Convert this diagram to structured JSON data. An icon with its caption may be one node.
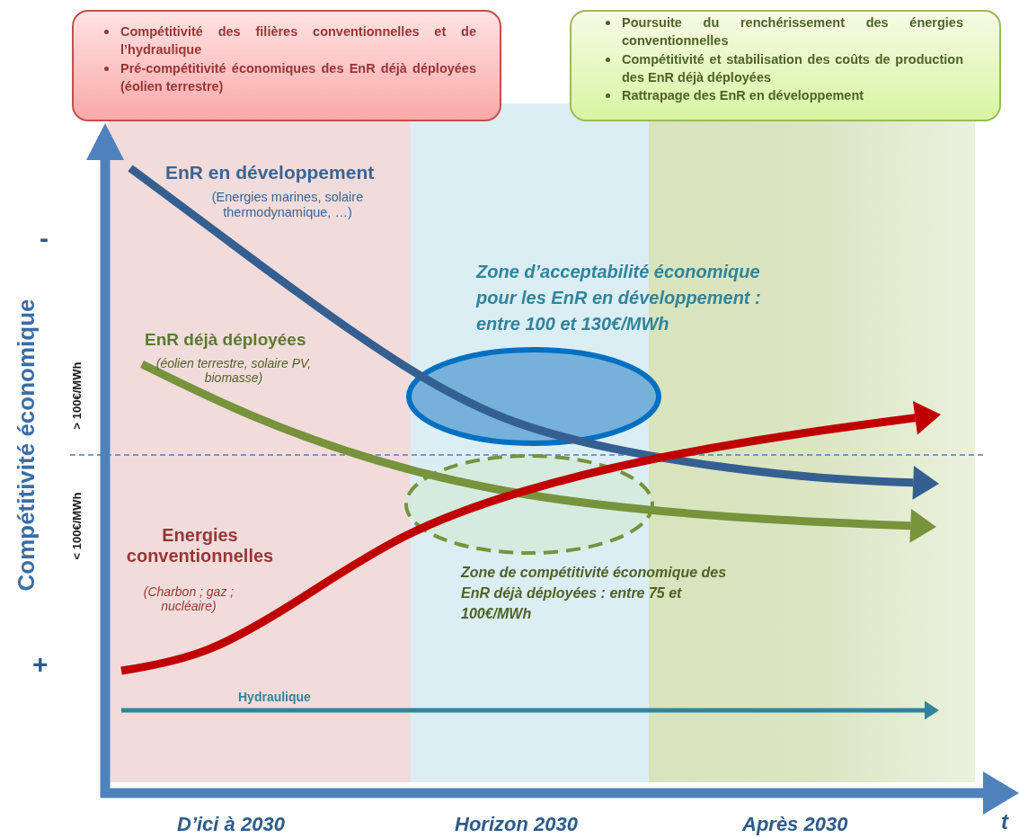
{
  "diagram": {
    "nodes": [
      {
        "text": [
          "Compétitivité des filières conventionnelles et de l’hydraulique",
          "Pré-compétitivité économiques des EnR déjà déployées (éolien terrestre)"
        ]
      },
      {
        "text": [
          "Poursuite du renchérissement des énergies conventionnelles",
          "Compétitivité et stabilisation des coûts de production des EnR déjà déployées",
          "Rattrapage des EnR en développement"
        ]
      },
      {
        "text": [],
        "shape": "ellipse",
        "beside": [
          "Zone d’acceptabilité économique pour les EnR en développement : entre 100 et 130€/MWh"
        ]
      },
      {
        "text": [],
        "shape": "ellipse",
        "beside": [
          "Zone de compétitivité économique des EnR déjà déployées : entre 75 et 100€/MWh"
        ]
      }
    ],
    "labels": [
      "-",
      "Compétitivité économique",
      "> 100€/MWh",
      "< 100€/MWh",
      "+",
      "EnR en développement",
      "(Energies marines, solaire thermodynamique, …)",
      "EnR déjà déployées",
      "(éolien terrestre, solaire PV, biomasse)",
      "Energies conventionnelles",
      "(Charbon ; gaz ; nucléaire)",
      "Hydraulique",
      "D’ici à 2030",
      "Horizon 2030",
      "Après 2030",
      "t"
    ]
  }
}
